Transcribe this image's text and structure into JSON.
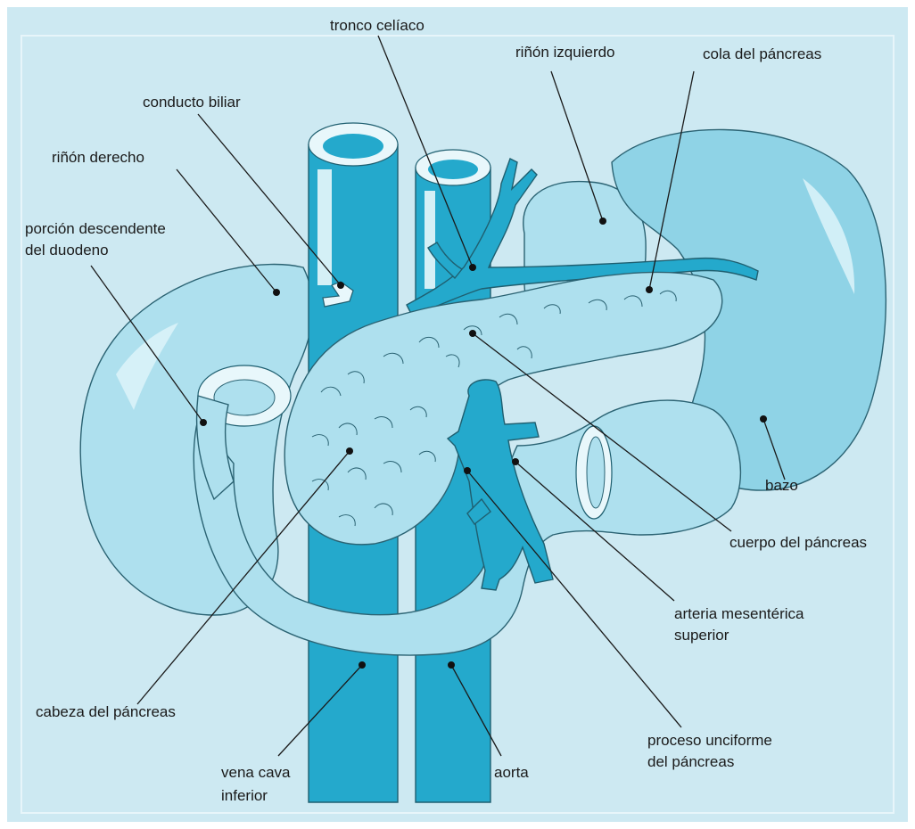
{
  "labels": {
    "tronco_celiaco": "tronco celíaco",
    "rinon_izquierdo": "riñón izquierdo",
    "cola_pancreas": "cola del páncreas",
    "conducto_biliar": "conducto biliar",
    "rinon_derecho": "riñón derecho",
    "porcion_descendente_1": "porción descendente",
    "porcion_descendente_2": "del duodeno",
    "bazo": "bazo",
    "cuerpo_pancreas": "cuerpo del páncreas",
    "arteria_mesenterica_1": "arteria mesentérica",
    "arteria_mesenterica_2": "superior",
    "cabeza_pancreas": "cabeza del páncreas",
    "proceso_unciforme_1": "proceso unciforme",
    "proceso_unciforme_2": "del páncreas",
    "vena_cava_1": "vena cava",
    "vena_cava_2": "inferior",
    "aorta": "aorta"
  },
  "colors": {
    "background": "#cde9f2",
    "organ_fill": "#aee0ee",
    "vessel_fill": "#24a9cc",
    "outline": "#2b6373",
    "text": "#1a1a1a"
  }
}
